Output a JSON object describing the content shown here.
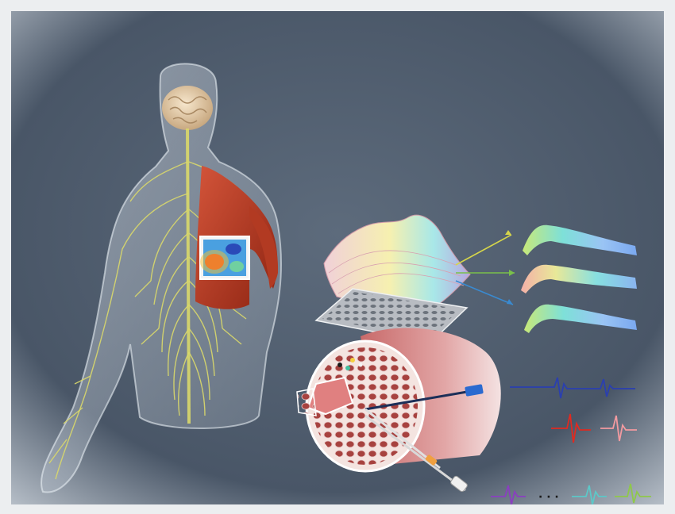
{
  "figure": {
    "description_tags": [
      "nervous-system",
      "brain",
      "muscle",
      "electrode-grid",
      "emg"
    ],
    "colors": {
      "background": "#4f5d6e",
      "nerves": "#d9d86a",
      "muscle": "#b83a22",
      "signal_blue": "#2a3fb0",
      "signal_red": "#e02a20",
      "signal_pink": "#f29aa0",
      "signal_purple": "#8a3fc0",
      "signal_teal": "#5cc8c8",
      "signal_green": "#8fc84a"
    },
    "separator_text": "· · ·"
  }
}
